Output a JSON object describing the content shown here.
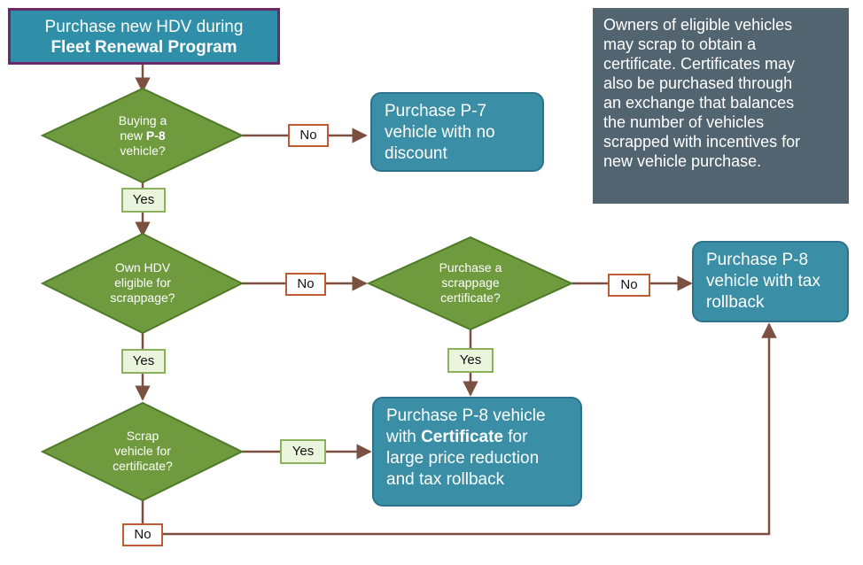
{
  "colors": {
    "decision_fill": "#6f9b3e",
    "decision_stroke": "#4f7a2a",
    "process_fill": "#3a8ea5",
    "title_border": "#6a2a6a",
    "note_fill": "#516470",
    "arrow": "#7b5040",
    "no_border": "#c05a32",
    "yes_border": "#8bb25a",
    "yes_fill": "#ebf4dc"
  },
  "title_box": {
    "line1": "Purchase new HDV during",
    "line2": "Fleet Renewal Program"
  },
  "note_box": {
    "lines": [
      "Owners of eligible vehicles",
      "may scrap to obtain a",
      "certificate. Certificates may",
      "also be purchased through",
      "an exchange that balances",
      "the number of vehicles",
      "scrapped with incentives for",
      "new vehicle purchase."
    ]
  },
  "decisions": {
    "buying_p8": {
      "line1": "Buying a",
      "line2_pre": "new ",
      "line2_bold": "P-8",
      "line3": "vehicle?"
    },
    "own_hdv": {
      "line1": "Own HDV",
      "line2": "eligible for",
      "line3": "scrappage?"
    },
    "purchase_cert": {
      "line1": "Purchase a",
      "line2": "scrappage",
      "line3": "certificate?"
    },
    "scrap_vehicle": {
      "line1": "Scrap",
      "line2": "vehicle for",
      "line3": "certificate?"
    }
  },
  "outcomes": {
    "p7": {
      "line1": "Purchase P-7",
      "line2": "vehicle with no",
      "line3": "discount"
    },
    "p8_tax": {
      "line1": "Purchase P-8",
      "line2": "vehicle with tax",
      "line3": "rollback"
    },
    "p8_cert": {
      "line1": "Purchase P-8 vehicle",
      "line2_pre": "with ",
      "line2_bold": "Certificate",
      "line2_post": " for",
      "line3": "large price reduction",
      "line4": "and tax rollback"
    }
  },
  "labels": {
    "no": "No",
    "yes": "Yes"
  }
}
